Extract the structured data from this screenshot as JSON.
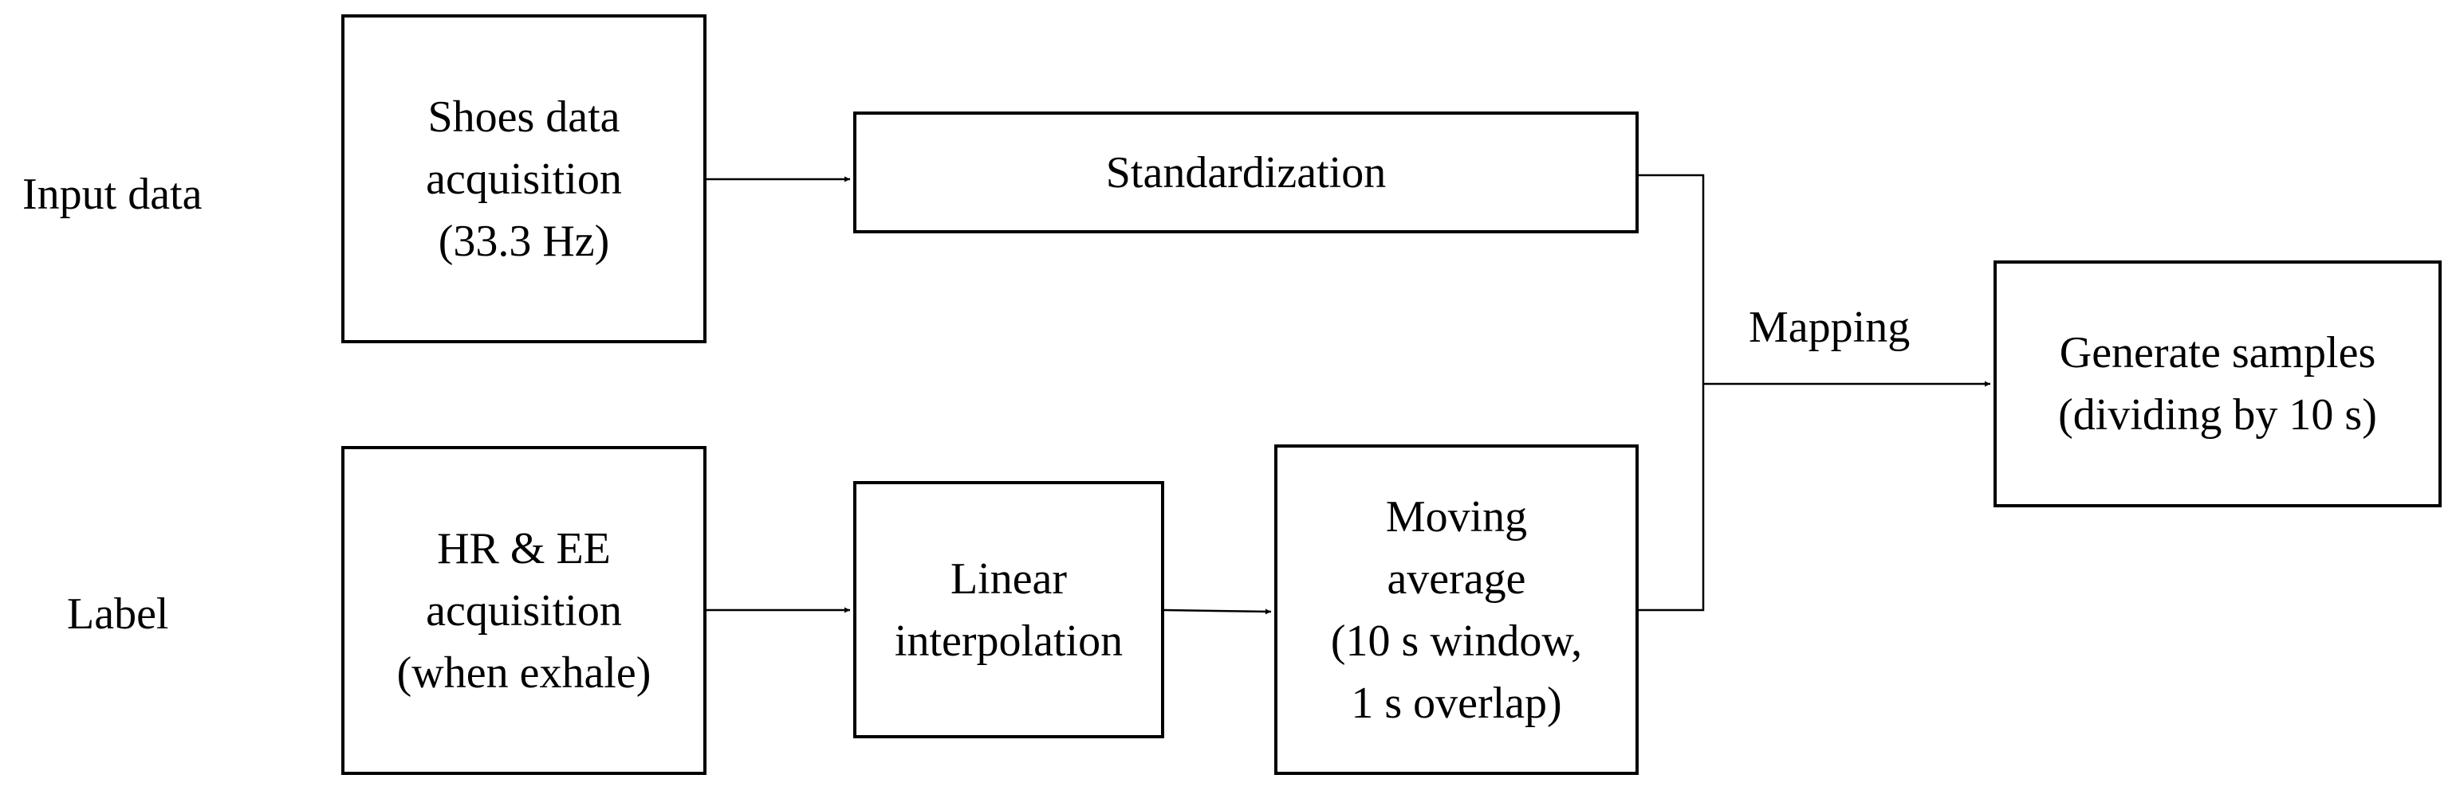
{
  "row_labels": {
    "input": "Input data",
    "label": "Label"
  },
  "boxes": {
    "shoes": [
      "Shoes data",
      "acquisition",
      "(33.3 Hz)"
    ],
    "standardization": [
      "Standardization"
    ],
    "hr_ee": [
      "HR & EE",
      "acquisition",
      "(when exhale)"
    ],
    "linear": [
      "Linear",
      "interpolation"
    ],
    "moving": [
      "Moving",
      "average",
      "(10 s window,",
      "1 s overlap)"
    ],
    "generate": [
      "Generate samples",
      "(dividing by 10 s)"
    ]
  },
  "edge_labels": {
    "mapping": "Mapping"
  },
  "colors": {
    "stroke": "#000000",
    "background": "#ffffff"
  }
}
